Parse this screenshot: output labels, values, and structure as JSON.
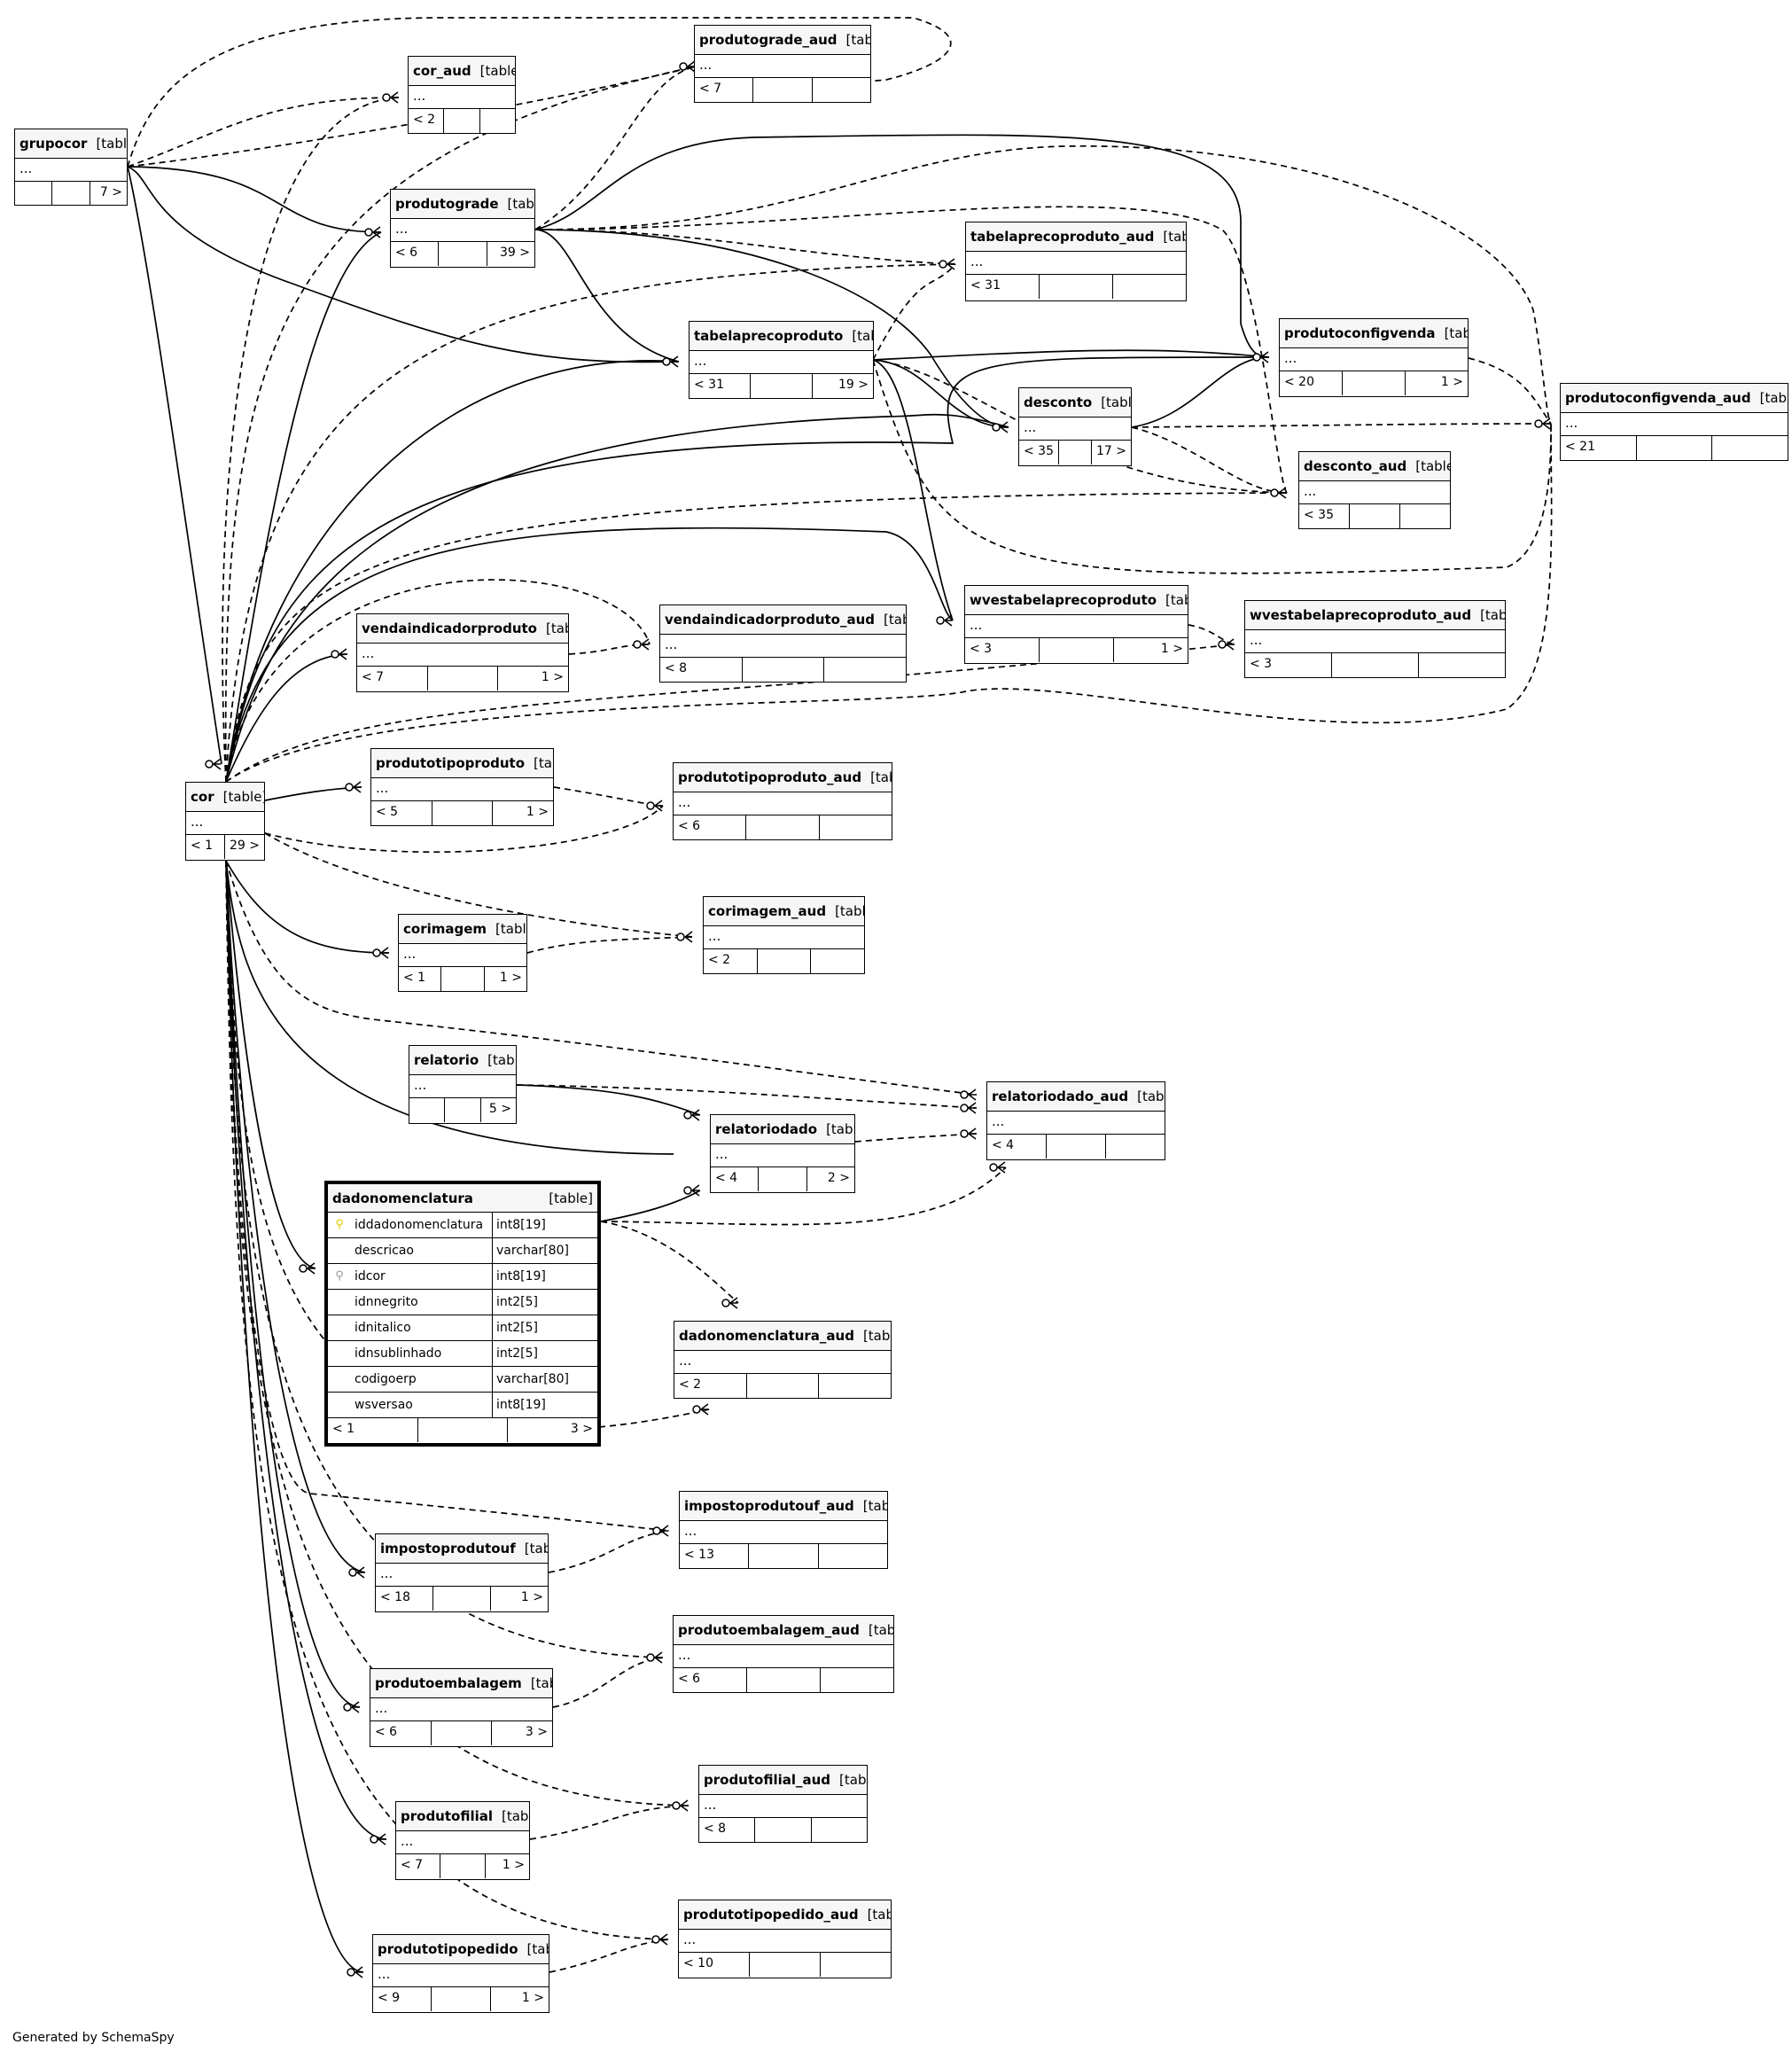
{
  "footer": "Generated by SchemaSpy",
  "tables": [
    {
      "id": "grupocor",
      "name": "grupocor",
      "type": "[table]",
      "dots": "...",
      "footer": [
        "",
        "",
        "7 >"
      ]
    },
    {
      "id": "cor_aud",
      "name": "cor_aud",
      "type": "[table]",
      "dots": "...",
      "footer": [
        "< 2",
        "",
        ""
      ]
    },
    {
      "id": "produtograde_aud",
      "name": "produtograde_aud",
      "type": "[table]",
      "dots": "...",
      "footer": [
        "< 7",
        "",
        ""
      ]
    },
    {
      "id": "produtograde",
      "name": "produtograde",
      "type": "[table]",
      "dots": "...",
      "footer": [
        "< 6",
        "",
        "39 >"
      ]
    },
    {
      "id": "tabelaprecoproduto_aud",
      "name": "tabelaprecoproduto_aud",
      "type": "[table]",
      "dots": "...",
      "footer": [
        "< 31",
        "",
        ""
      ]
    },
    {
      "id": "tabelaprecoproduto",
      "name": "tabelaprecoproduto",
      "type": "[table]",
      "dots": "...",
      "footer": [
        "< 31",
        "",
        "19 >"
      ]
    },
    {
      "id": "produtoconfigvenda",
      "name": "produtoconfigvenda",
      "type": "[table]",
      "dots": "...",
      "footer": [
        "< 20",
        "",
        "1 >"
      ]
    },
    {
      "id": "produtoconfigvenda_aud",
      "name": "produtoconfigvenda_aud",
      "type": "[table]",
      "dots": "...",
      "footer": [
        "< 21",
        "",
        ""
      ]
    },
    {
      "id": "desconto",
      "name": "desconto",
      "type": "[table]",
      "dots": "...",
      "footer": [
        "< 35",
        "",
        "17 >"
      ]
    },
    {
      "id": "desconto_aud",
      "name": "desconto_aud",
      "type": "[table]",
      "dots": "...",
      "footer": [
        "< 35",
        "",
        ""
      ]
    },
    {
      "id": "wvestabelaprecoproduto",
      "name": "wvestabelaprecoproduto",
      "type": "[table]",
      "dots": "...",
      "footer": [
        "< 3",
        "",
        "1 >"
      ]
    },
    {
      "id": "wvestabelaprecoproduto_aud",
      "name": "wvestabelaprecoproduto_aud",
      "type": "[table]",
      "dots": "...",
      "footer": [
        "< 3",
        "",
        ""
      ]
    },
    {
      "id": "vendaindicadorproduto",
      "name": "vendaindicadorproduto",
      "type": "[table]",
      "dots": "...",
      "footer": [
        "< 7",
        "",
        "1 >"
      ]
    },
    {
      "id": "vendaindicadorproduto_aud",
      "name": "vendaindicadorproduto_aud",
      "type": "[table]",
      "dots": "...",
      "footer": [
        "< 8",
        "",
        ""
      ]
    },
    {
      "id": "cor",
      "name": "cor",
      "type": "[table]",
      "dots": "...",
      "footer": [
        "< 1",
        "29 >"
      ]
    },
    {
      "id": "produtotipoproduto",
      "name": "produtotipoproduto",
      "type": "[table]",
      "dots": "...",
      "footer": [
        "< 5",
        "",
        "1 >"
      ]
    },
    {
      "id": "produtotipoproduto_aud",
      "name": "produtotipoproduto_aud",
      "type": "[table]",
      "dots": "...",
      "footer": [
        "< 6",
        "",
        ""
      ]
    },
    {
      "id": "corimagem",
      "name": "corimagem",
      "type": "[table]",
      "dots": "...",
      "footer": [
        "< 1",
        "",
        "1 >"
      ]
    },
    {
      "id": "corimagem_aud",
      "name": "corimagem_aud",
      "type": "[table]",
      "dots": "...",
      "footer": [
        "< 2",
        "",
        ""
      ]
    },
    {
      "id": "relatorio",
      "name": "relatorio",
      "type": "[table]",
      "dots": "...",
      "footer": [
        "",
        "",
        "5 >"
      ]
    },
    {
      "id": "relatoriodado_aud",
      "name": "relatoriodado_aud",
      "type": "[table]",
      "dots": "...",
      "footer": [
        "< 4",
        "",
        ""
      ]
    },
    {
      "id": "relatoriodado",
      "name": "relatoriodado",
      "type": "[table]",
      "dots": "...",
      "footer": [
        "< 4",
        "",
        "2 >"
      ]
    },
    {
      "id": "dadonomenclatura_aud",
      "name": "dadonomenclatura_aud",
      "type": "[table]",
      "dots": "...",
      "footer": [
        "< 2",
        "",
        ""
      ]
    },
    {
      "id": "impostoprodutouf_aud",
      "name": "impostoprodutouf_aud",
      "type": "[table]",
      "dots": "...",
      "footer": [
        "< 13",
        "",
        ""
      ]
    },
    {
      "id": "impostoprodutouf",
      "name": "impostoprodutouf",
      "type": "[table]",
      "dots": "...",
      "footer": [
        "< 18",
        "",
        "1 >"
      ]
    },
    {
      "id": "produtoembalagem_aud",
      "name": "produtoembalagem_aud",
      "type": "[table]",
      "dots": "...",
      "footer": [
        "< 6",
        "",
        ""
      ]
    },
    {
      "id": "produtoembalagem",
      "name": "produtoembalagem",
      "type": "[table]",
      "dots": "...",
      "footer": [
        "< 6",
        "",
        "3 >"
      ]
    },
    {
      "id": "produtofilial_aud",
      "name": "produtofilial_aud",
      "type": "[table]",
      "dots": "...",
      "footer": [
        "< 8",
        "",
        ""
      ]
    },
    {
      "id": "produtofilial",
      "name": "produtofilial",
      "type": "[table]",
      "dots": "...",
      "footer": [
        "< 7",
        "",
        "1 >"
      ]
    },
    {
      "id": "produtotipopedido_aud",
      "name": "produtotipopedido_aud",
      "type": "[table]",
      "dots": "...",
      "footer": [
        "< 10",
        "",
        ""
      ]
    },
    {
      "id": "produtotipopedido",
      "name": "produtotipopedido",
      "type": "[table]",
      "dots": "...",
      "footer": [
        "< 9",
        "",
        "1 >"
      ]
    }
  ],
  "focus_table": {
    "name": "dadonomenclatura",
    "type": "[table]",
    "columns": [
      {
        "name": "iddadonomenclatura",
        "type": "int8[19]",
        "key": "primary-key-icon"
      },
      {
        "name": "descricao",
        "type": "varchar[80]",
        "key": ""
      },
      {
        "name": "idcor",
        "type": "int8[19]",
        "key": "foreign-key-icon"
      },
      {
        "name": "idnnegrito",
        "type": "int2[5]",
        "key": ""
      },
      {
        "name": "idnitalico",
        "type": "int2[5]",
        "key": ""
      },
      {
        "name": "idnsublinhado",
        "type": "int2[5]",
        "key": ""
      },
      {
        "name": "codigoerp",
        "type": "varchar[80]",
        "key": ""
      },
      {
        "name": "wsversao",
        "type": "int8[19]",
        "key": ""
      }
    ],
    "footer": [
      "< 1",
      "",
      "3 >"
    ]
  }
}
